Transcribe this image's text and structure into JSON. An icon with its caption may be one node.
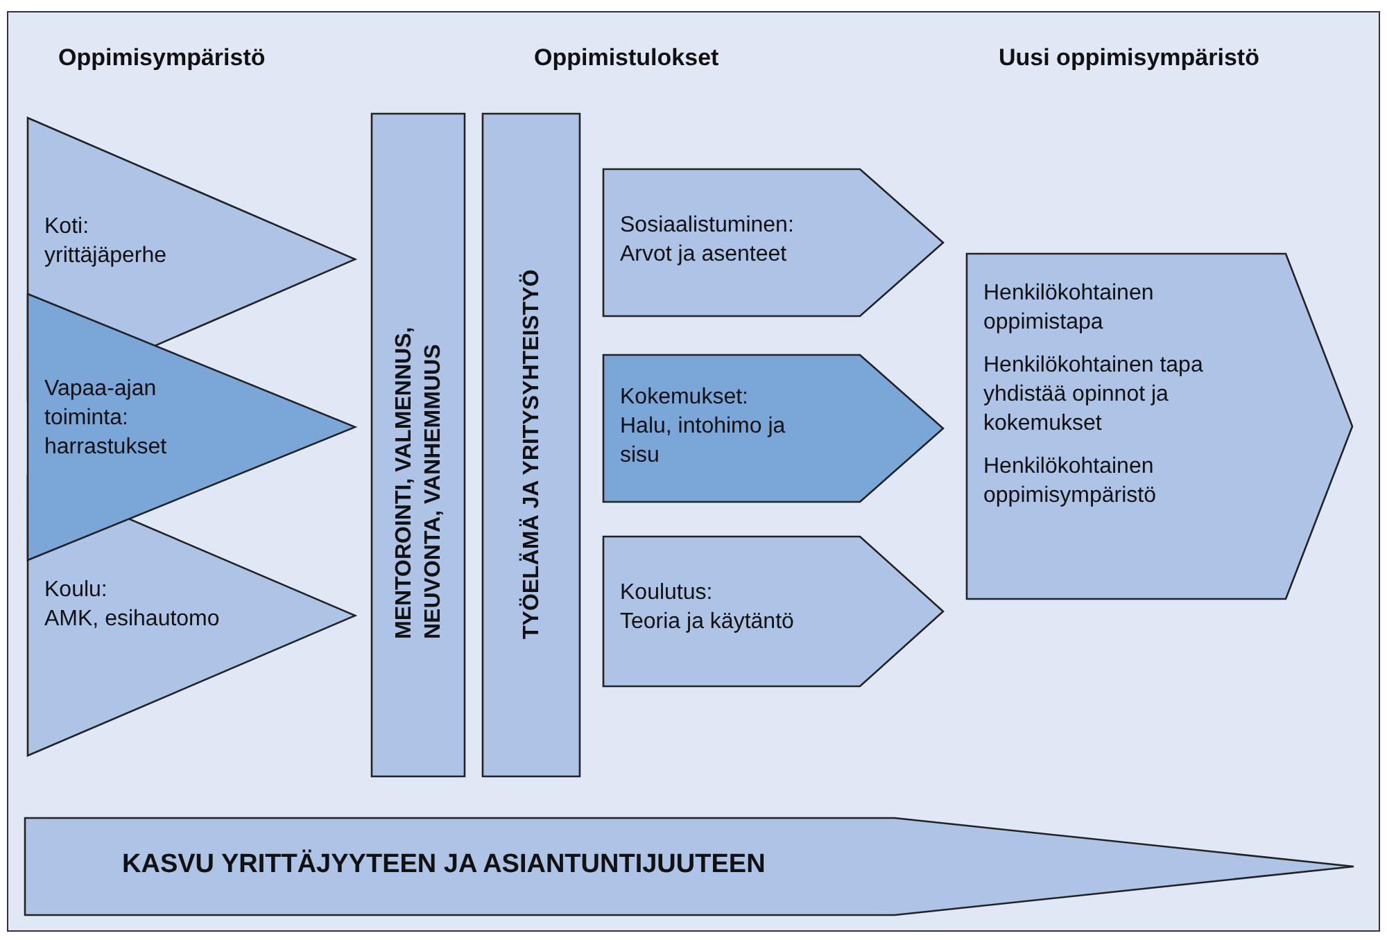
{
  "diagram": {
    "nodes": [
      {
        "text": [
          "Koti:",
          "yrittäjäperhe"
        ]
      },
      {
        "text": [
          "Vapaa-ajan toiminta:",
          "harrastukset"
        ]
      },
      {
        "text": [
          "Koulu:",
          "AMK, esihautomo"
        ]
      },
      {
        "text": [
          "MENTOROINTI, VALMENNUS, NEUVONTA, VANHEMMUUS"
        ]
      },
      {
        "text": [
          "TYÖELÄMÄ JA YRITYSYHTEISTYÖ"
        ]
      },
      {
        "text": [
          "Sosiaalistuminen:",
          "Arvot ja asenteet"
        ]
      },
      {
        "text": [
          "Kokemukset:",
          "Halu, intohimo ja sisu"
        ]
      },
      {
        "text": [
          "Koulutus:",
          "Teoria ja käytäntö"
        ]
      },
      {
        "text": [
          "Henkilökohtainen oppimistapa",
          "Henkilökohtainen tapa yhdistää opinnot ja kokemukset",
          "Henkilökohtainen oppimisympäristö"
        ]
      },
      {
        "text": [
          "KASVU YRITTÄJYYTEEN JA ASIANTUNTIJUUTEEN"
        ]
      }
    ],
    "labels": [
      "Oppimisympäristö",
      "Oppimistulokset",
      "Uusi oppimisympäristö"
    ]
  }
}
